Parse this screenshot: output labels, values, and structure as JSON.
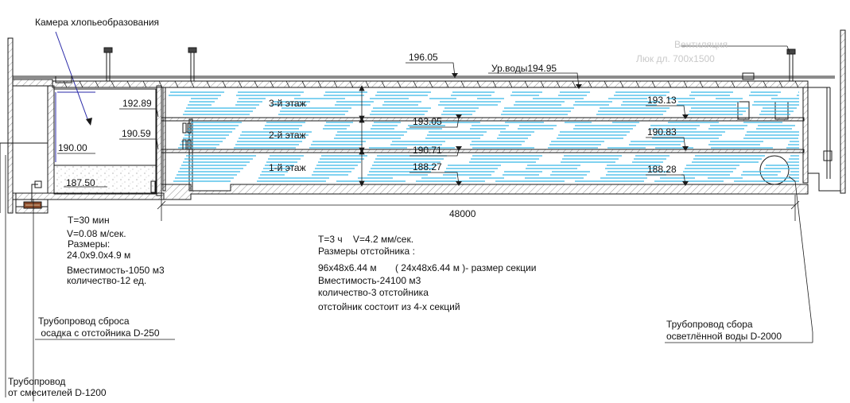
{
  "header": {
    "chamber_title": "Камера хлопьеобразования",
    "ventilation_faded": "Вентиляция",
    "hatch_faded": "Люк дл. 700х1500"
  },
  "elevations": {
    "roof": "196.05",
    "water_level": "Ур.воды194.95",
    "e192_89": "192.89",
    "e190_59": "190.59",
    "e190_00": "190.00",
    "e187_50": "187.50",
    "e193_05": "193.05",
    "e193_13": "193.13",
    "e190_71": "190.71",
    "e190_83": "190.83",
    "e188_27": "188.27",
    "e188_28": "188.28"
  },
  "floors": {
    "floor3": "3-й этаж",
    "floor2": "2-й этаж",
    "floor1": "1-й этаж"
  },
  "dimension_total": "48000",
  "chamber_info": {
    "time": "T=30 мин",
    "velocity": "V=0.08 м/сек.",
    "sizes_label": "Размеры:",
    "sizes_value": "24.0х9.0х4.9 м",
    "capacity": "Вместимость-1050 м3",
    "count": "количество-12 ед."
  },
  "settler_info": {
    "time_velocity": "T=3 ч    V=4.2 мм/сек.",
    "sizes_label": "Размеры отстойника :",
    "sizes_value": "96х48х6.44 м       ( 24х48х6.44 м )- размер секции",
    "capacity": "Вместимость-24100 м3",
    "count": "количество-3 отстойника",
    "sections": "отстойник состоит из 4-х секций"
  },
  "callouts": {
    "sludge_line1": "Трубопровод сброса",
    "sludge_line2": " осадка с отстойника D-250",
    "mixer_line1": "Трубопровод",
    "mixer_line2": "от смесителей D-1200",
    "clean_line1": "Трубопровод сбора",
    "clean_line2": "осветлённой воды D-2000"
  },
  "colors": {
    "line": "#1a1a1a",
    "water": "#36b8e8",
    "leader_blue": "#2a2aa8",
    "hatch": "#555555",
    "faded_text": "#c9c9c9"
  }
}
